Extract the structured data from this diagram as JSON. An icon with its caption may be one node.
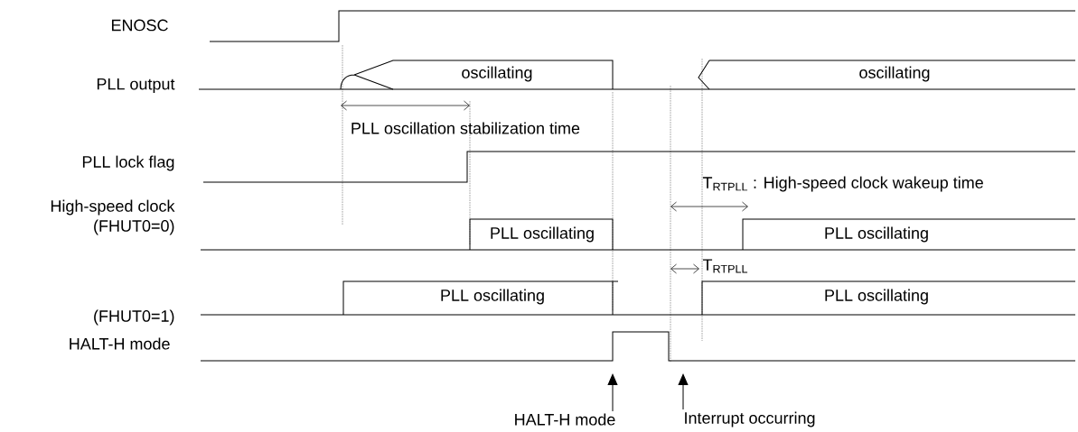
{
  "diagram": {
    "nodes": [
      {
        "text": [
          "HALT-H mode"
        ]
      },
      {
        "text": [
          "Interrupt occurring"
        ]
      }
    ],
    "edges": [
      {
        "from": 0,
        "to": null,
        "arrow": "to"
      },
      {
        "from": 1,
        "to": null,
        "arrow": "to"
      }
    ],
    "labels": [
      "ENOSC",
      "PLL output",
      "oscillating",
      "oscillating",
      "PLL oscillation stabilization time",
      "PLL lock flag",
      "T$_{RTPLL}$ : High-speed clock wakeup time",
      "High-speed clock",
      "(FHUT0=0)",
      "PLL oscillating",
      "PLL oscillating",
      "T$_{RTPLL}$",
      "PLL oscillating",
      "PLL oscillating",
      "(FHUT0=1)",
      "HALT-H mode"
    ]
  }
}
